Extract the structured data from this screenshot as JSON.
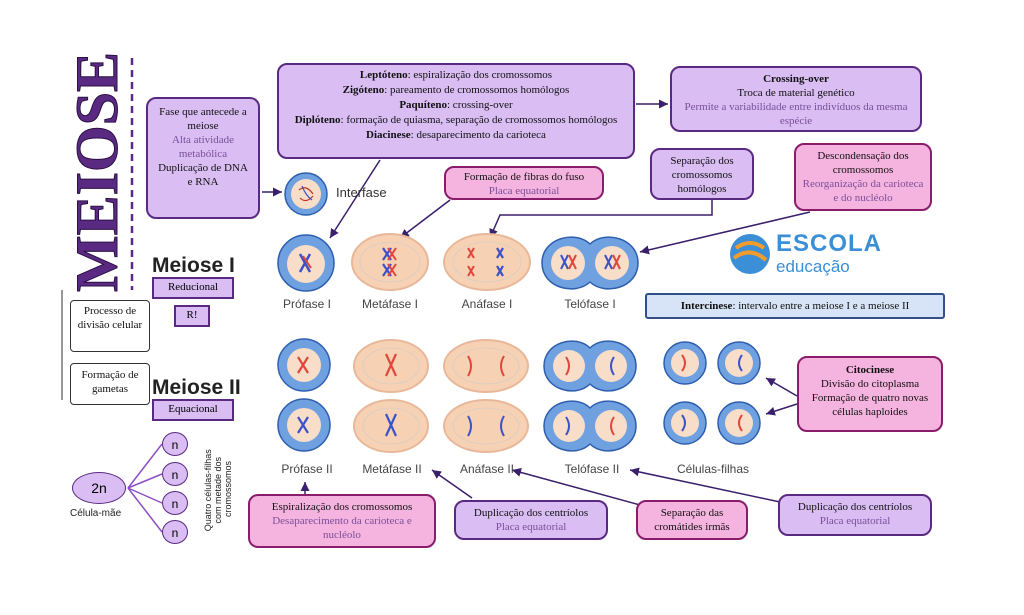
{
  "title": "MEIOSE",
  "prophase_phases": {
    "leptoteno": {
      "term": "Leptóteno",
      "desc": ": espiralização dos cromossomos"
    },
    "zigoteno": {
      "term": "Zigóteno",
      "desc": ": pareamento de cromossomos homólogos"
    },
    "paquiteno": {
      "term": "Paquíteno",
      "desc": ": crossing-over"
    },
    "diploteno": {
      "term": "Diplóteno",
      "desc": ": formação de quiasma, separação de cromossomos homólogos"
    },
    "diacinese": {
      "term": "Diacinese",
      "desc": ": desaparecimento da carioteca"
    }
  },
  "crossing_over": {
    "title": "Crossing-over",
    "line1": "Troca de material genético",
    "line2": "Permite a variabilidade entre indivíduos da mesma espécie"
  },
  "interfase_box": {
    "line1": "Fase que antecede a meiose",
    "line2": "Alta atividade metabólica",
    "line3": "Duplicação de DNA e RNA"
  },
  "interfase_label": "Interfase",
  "fuso_box": {
    "line1": "Formação de fibras do fuso",
    "line2": "Placa equatorial"
  },
  "homologos_box": "Separação dos cromossomos homólogos",
  "descondensacao_box": {
    "line1": "Descondensação dos cromossomos",
    "line2": "Reorganização da carioteca e do nucléolo"
  },
  "logo": {
    "line1": "ESCOLA",
    "line2": "educação"
  },
  "meiose1": {
    "label": "Meiose I",
    "tag": "Reducional",
    "symbol": "R!"
  },
  "meiose2": {
    "label": "Meiose II",
    "tag": "Equacional"
  },
  "stages1": [
    "Prófase I",
    "Metáfase I",
    "Anáfase I",
    "Telófase I"
  ],
  "stages2": [
    "Prófase II",
    "Metáfase II",
    "Anáfase II",
    "Telófase II",
    "Células-filhas"
  ],
  "intercinese": {
    "term": "Intercinese",
    "desc": ": intervalo entre a meiose I e a meiose II"
  },
  "processo_box": "Processo de divisão celular",
  "gametas_box": "Formação de gametas",
  "citocinese": {
    "title": "Citocinese",
    "line1": "Divisão do citoplasma",
    "line2": "Formação de quatro novas células haploides"
  },
  "mother_cell": {
    "symbol": "2n",
    "label": "Célula-mãe"
  },
  "daughters": {
    "symbol": "n",
    "label": "Quatro células-filhas com metade dos cromossomos"
  },
  "box_prophase2": {
    "line1": "Espiralização dos cromossomos",
    "line2": "Desaparecimento da carioteca e nucléolo"
  },
  "box_metaphase2": {
    "line1": "Duplicação dos centríolos",
    "line2": "Placa equatorial"
  },
  "box_anaphase2": "Separação das cromátides irmãs",
  "box_telophase2": {
    "line1": "Duplicação dos centríolos",
    "line2": "Placa equatorial"
  },
  "colors": {
    "purple": "#5a2a82",
    "lilac": "#d9bdf3",
    "pink": "#f5b3df",
    "cell_blue": "#4f86d6",
    "cell_peach": "#f8ddc8",
    "chrom_red": "#e0473c",
    "chrom_blue": "#3c52c8"
  }
}
